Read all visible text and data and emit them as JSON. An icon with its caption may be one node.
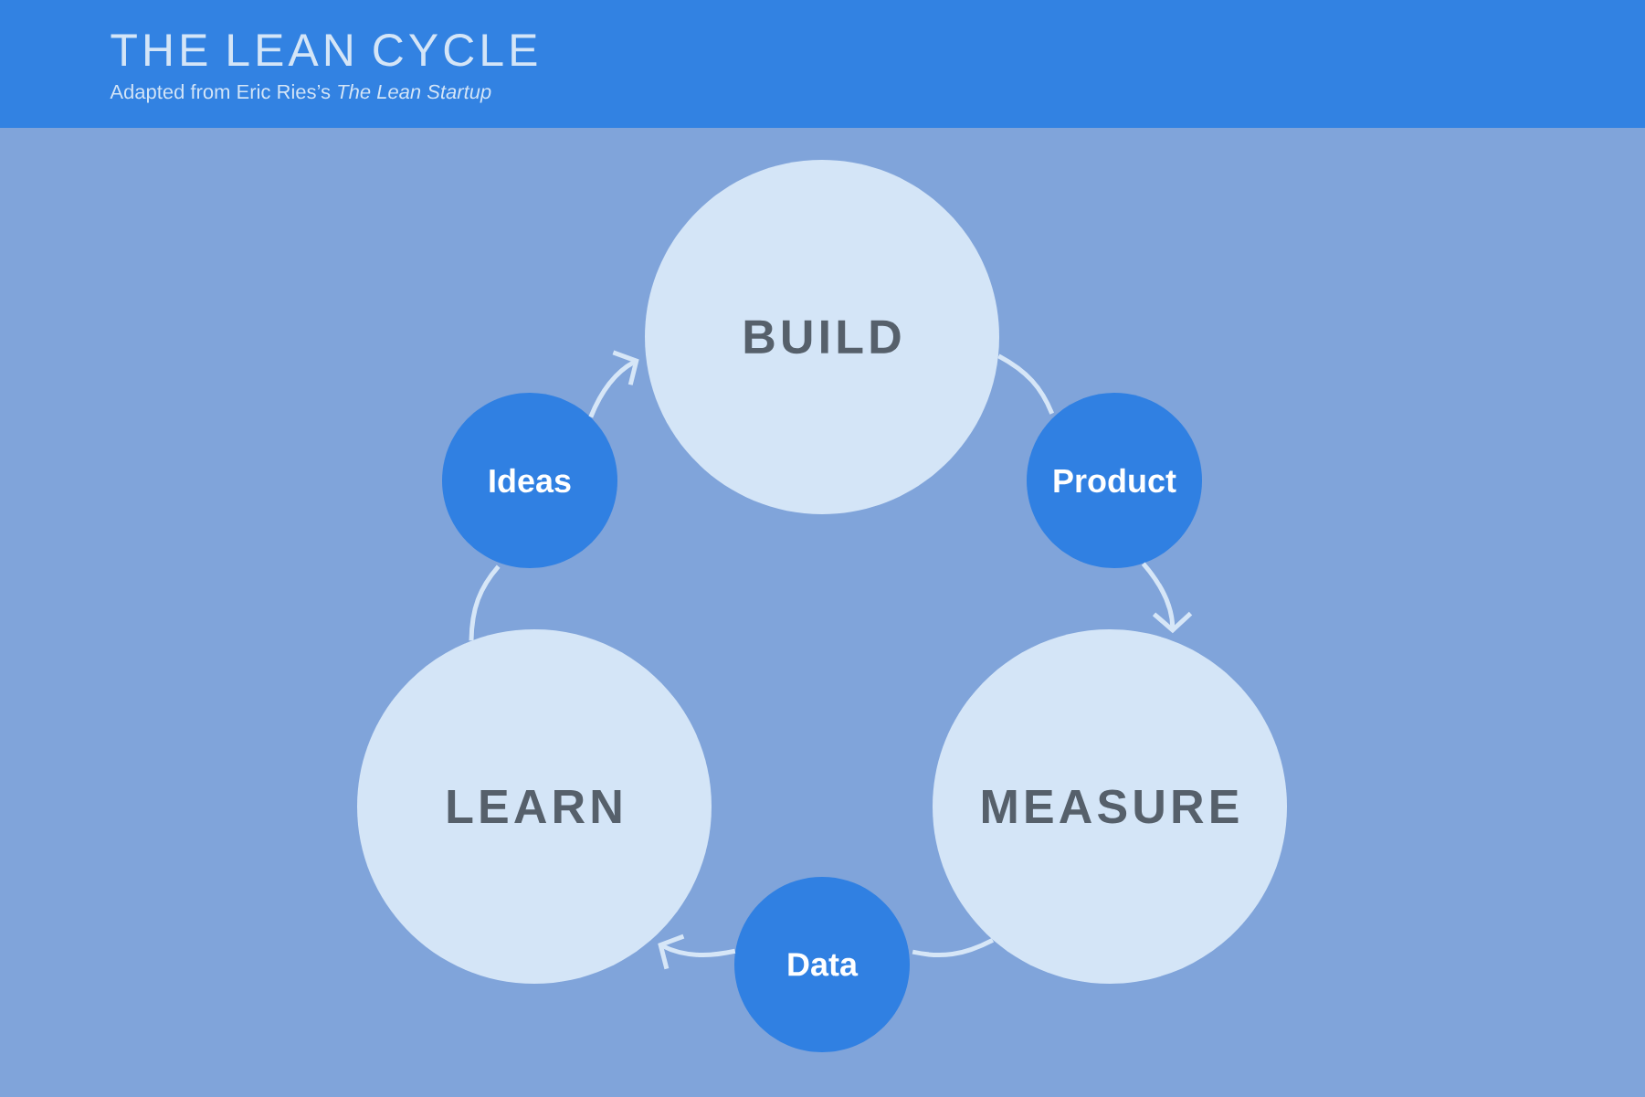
{
  "diagram": {
    "title": "THE LEAN CYCLE",
    "caption": "Adapted from Eric Ries’s *The Lean Startup*",
    "nodes": [
      {
        "text": [
          "BUILD"
        ]
      },
      {
        "text": [
          "Product"
        ]
      },
      {
        "text": [
          "MEASURE"
        ]
      },
      {
        "text": [
          "Data"
        ]
      },
      {
        "text": [
          "LEARN"
        ]
      },
      {
        "text": [
          "Ideas"
        ]
      }
    ],
    "edges": [
      {
        "from": 0,
        "to": 1,
        "arrow": "none"
      },
      {
        "from": 1,
        "to": 2,
        "arrow": "to"
      },
      {
        "from": 2,
        "to": 3,
        "arrow": "none"
      },
      {
        "from": 3,
        "to": 4,
        "arrow": "to"
      },
      {
        "from": 4,
        "to": 5,
        "arrow": "none"
      },
      {
        "from": 5,
        "to": 0,
        "arrow": "to"
      }
    ]
  }
}
